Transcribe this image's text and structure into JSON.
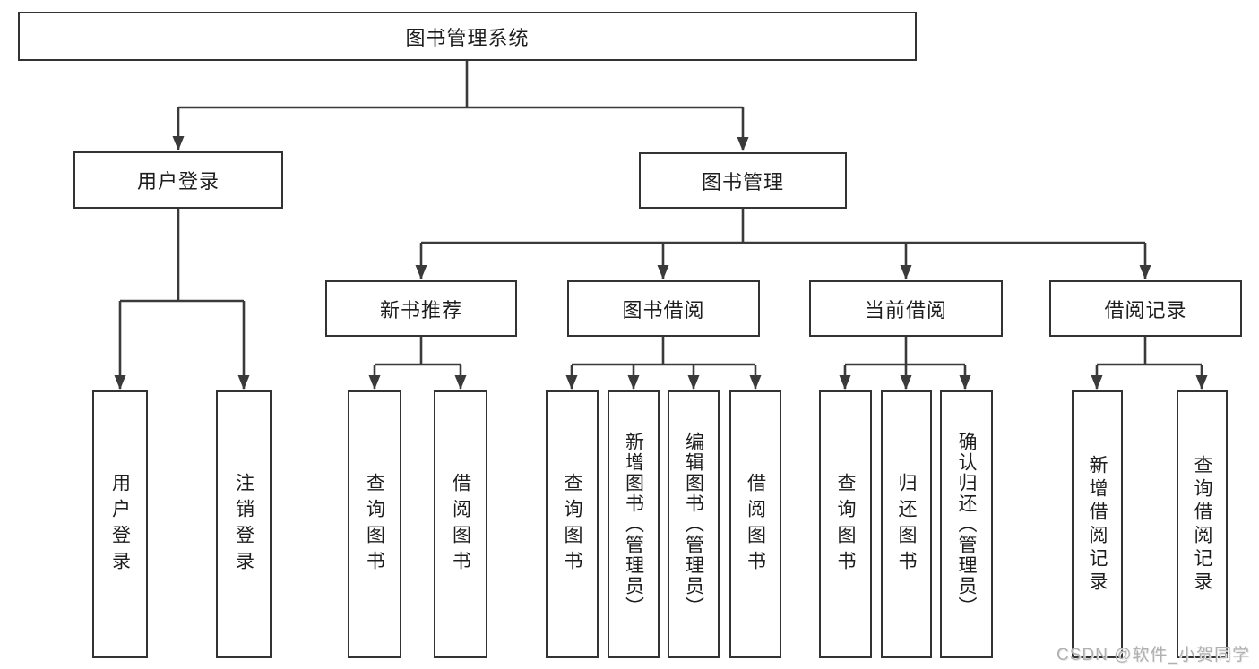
{
  "tree": {
    "root": {
      "label": "图书管理系统"
    },
    "children": [
      {
        "label": "用户登录",
        "children": [
          {
            "label": "用户登录"
          },
          {
            "label": "注销登录"
          }
        ]
      },
      {
        "label": "图书管理",
        "children": [
          {
            "label": "新书推荐",
            "children": [
              {
                "label": "查询图书"
              },
              {
                "label": "借阅图书"
              }
            ]
          },
          {
            "label": "图书借阅",
            "children": [
              {
                "label": "查询图书"
              },
              {
                "label": "新增图书（管理员）"
              },
              {
                "label": "编辑图书（管理员）"
              },
              {
                "label": "借阅图书"
              }
            ]
          },
          {
            "label": "当前借阅",
            "children": [
              {
                "label": "查询图书"
              },
              {
                "label": "归还图书"
              },
              {
                "label": "确认归还（管理员）"
              }
            ]
          },
          {
            "label": "借阅记录",
            "children": [
              {
                "label": "新增借阅记录"
              },
              {
                "label": "查询借阅记录"
              }
            ]
          }
        ]
      }
    ]
  },
  "watermark": {
    "text": "CSDN @软件_小贺同学"
  },
  "colors": {
    "line": "#3a3a3a",
    "box_border": "#333333",
    "text": "#1d1d1d",
    "watermark": "#b0b0b0",
    "background": "#ffffff"
  }
}
